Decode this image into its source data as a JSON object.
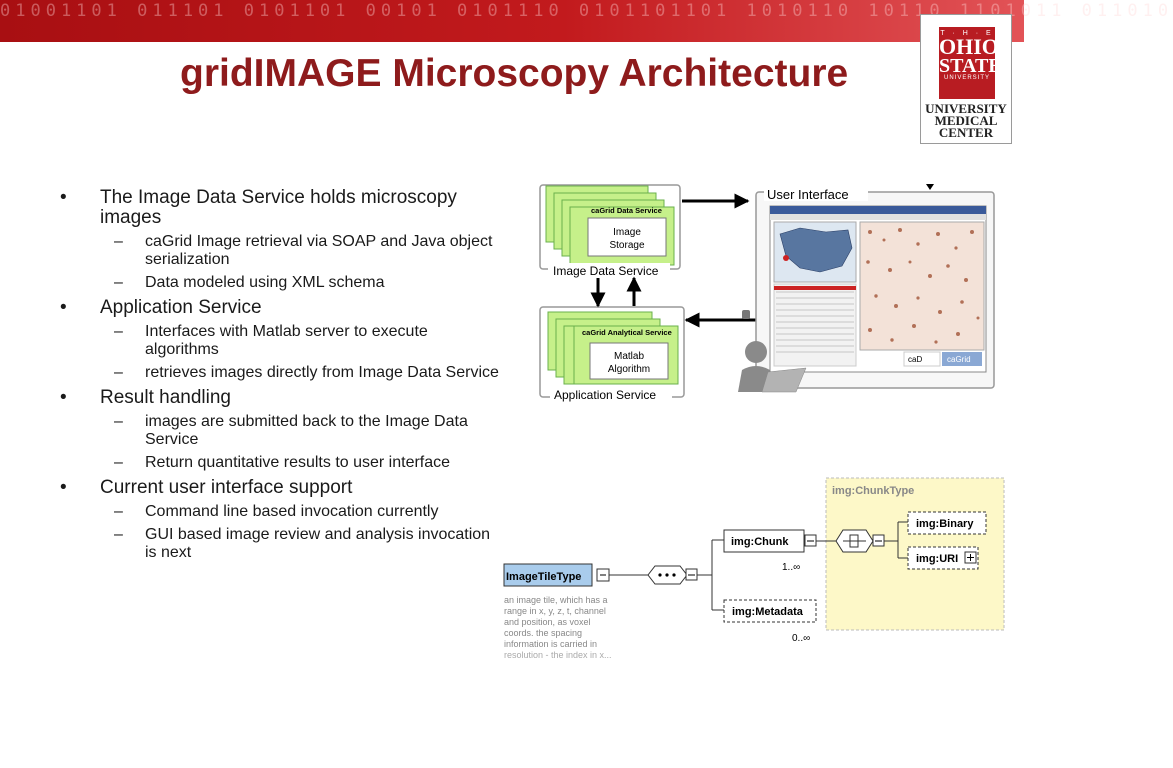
{
  "slide": {
    "title": "gridIMAGE Microscopy Architecture",
    "banner_digits": "01001101 011101 0101101 00101 0101110 0101101101 1010110 10110 1101011 011010",
    "logo": {
      "the": "T · H · E",
      "line1": "OHIO",
      "line2": "STATE",
      "line3": "UNIVERSITY",
      "medical": [
        "UNIVERSITY",
        "MEDICAL",
        "CENTER"
      ]
    }
  },
  "bullets": [
    {
      "text": "The Image Data Service holds microscopy images",
      "sub": [
        "caGrid Image retrieval via SOAP and Java object serialization",
        "Data modeled using XML schema"
      ]
    },
    {
      "text": "Application Service",
      "sub": [
        "Interfaces with Matlab server to execute algorithms",
        "retrieves images directly from Image Data Service"
      ]
    },
    {
      "text": "Result handling",
      "sub": [
        "images are submitted back to the Image Data Service",
        "Return quantitative results to user interface"
      ]
    },
    {
      "text": "Current user interface support",
      "sub": [
        "Command line based invocation currently",
        "GUI based image review and analysis invocation is next"
      ]
    }
  ],
  "architecture": {
    "image_data_service": "Image Data Service",
    "cagrid_data_service": "caGrid Data Service",
    "image_storage": [
      "Image",
      "Storage"
    ],
    "application_service": "Application Service",
    "cagrid_analytical_service": "caGrid Analytical Service",
    "matlab_algorithm": [
      "Matlab",
      "Algorithm"
    ],
    "user_interface": "User Interface",
    "ui_badges": [
      "caD",
      "caGrid"
    ]
  },
  "schema": {
    "image_tile_type": "ImageTileType",
    "description": [
      "an image tile, which has a",
      "range in x, y, z, t, channel",
      "and position, as voxel",
      "coords. the spacing",
      "information is carried in",
      "resolution - the index in x..."
    ],
    "chunk": "img:Chunk",
    "chunk_mult": "1..∞",
    "metadata": "img:Metadata",
    "metadata_mult": "0..∞",
    "chunk_type": "img:ChunkType",
    "binary": "img:Binary",
    "uri": "img:URI"
  },
  "colors": {
    "title": "#8e1b1c",
    "banner": "#b81c22",
    "service_green": "#c6f08a",
    "schema_blue": "#a9ccec",
    "schema_yellow": "#fdf8c8"
  }
}
